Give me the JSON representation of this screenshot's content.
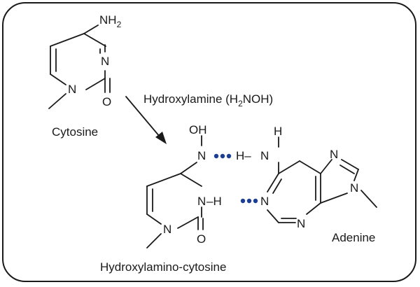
{
  "cytosine": {
    "name": "Cytosine",
    "amino_n": "NH",
    "amino_sub": "2",
    "ring_n3": "N",
    "ring_n1": "N",
    "carbonyl_o": "O"
  },
  "reaction": {
    "reagent_prefix": "Hydroxylamine (H",
    "reagent_sub": "2",
    "reagent_suffix": "NOH)"
  },
  "product": {
    "name": "Hydroxylamino-cytosine",
    "oh": "OH",
    "n_exo": "N",
    "n3": "N",
    "n3_h": "–H",
    "n1": "N",
    "carbonyl_o": "O"
  },
  "adenine": {
    "name": "Adenine",
    "amino_h_top": "H",
    "amino_h_left": "H–",
    "amino_n": "N",
    "n1": "N",
    "n3": "N",
    "n7": "N",
    "n9": "N"
  },
  "colors": {
    "hydrogen_bond_dots": "#1c3f94",
    "ink": "#1a1a1a"
  }
}
